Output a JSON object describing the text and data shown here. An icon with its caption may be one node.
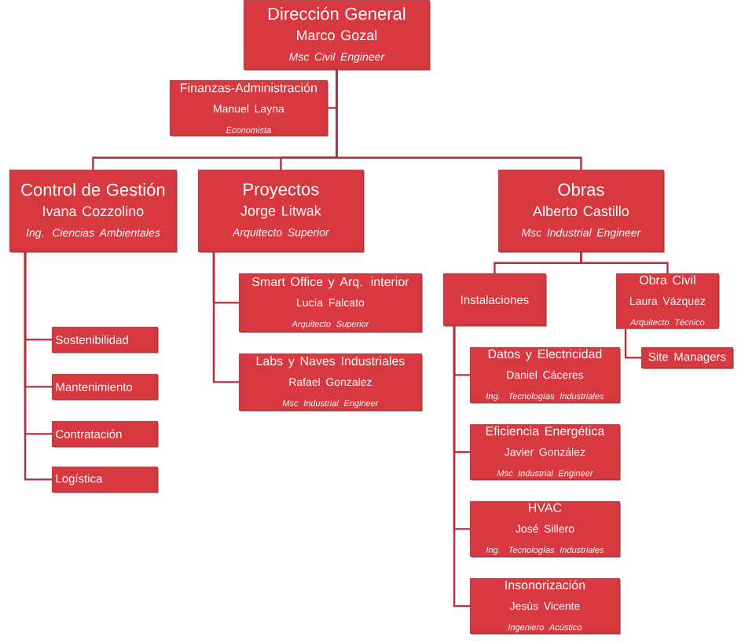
{
  "diagram": {
    "nodes": [
      {
        "text": [
          "Dirección General",
          "Marco Gozal",
          "Msc Civil Engineer"
        ]
      },
      {
        "text": [
          "Finanzas-Administración",
          "Manuel Layna",
          "Economista"
        ]
      },
      {
        "text": [
          "Control de Gestión",
          "Ivana Cozzolino",
          "Ing. Ciencias Ambientales"
        ]
      },
      {
        "text": [
          "Proyectos",
          "Jorge Litwak",
          "Arquitecto Superior"
        ]
      },
      {
        "text": [
          "Obras",
          "Alberto Castillo",
          "Msc Industrial Engineer"
        ]
      },
      {
        "text": [
          "Sostenibilidad"
        ]
      },
      {
        "text": [
          "Mantenimiento"
        ]
      },
      {
        "text": [
          "Contratación"
        ]
      },
      {
        "text": [
          "Logística"
        ]
      },
      {
        "text": [
          "Smart Office y Arq. interior",
          "Lucía Falcato",
          "Arquitecto Superior"
        ]
      },
      {
        "text": [
          "Labs y Naves Industriales",
          "Rafael Gonzalez",
          "Msc Industrial Engineer"
        ]
      },
      {
        "text": [
          "Instalaciones"
        ]
      },
      {
        "text": [
          "Obra Civil",
          "Laura Vázquez",
          "Arquitecto Técnico"
        ]
      },
      {
        "text": [
          "Site Managers"
        ]
      },
      {
        "text": [
          "Datos y Electricidad",
          "Daniel Cáceres",
          "Ing. Tecnologías Industriales"
        ]
      },
      {
        "text": [
          "Eficiencia Energética",
          "Javier González",
          "Msc Industrial Engineer"
        ]
      },
      {
        "text": [
          "HVAC",
          "José Sillero",
          "Ing. Tecnologías Industriales"
        ]
      },
      {
        "text": [
          "Insonorización",
          "Jesús Vicente",
          "Ingeniero Acústico"
        ]
      }
    ],
    "edges": [
      {
        "from": 0,
        "to": 1,
        "arrow": "none"
      },
      {
        "from": 0,
        "to": 2,
        "arrow": "none"
      },
      {
        "from": 0,
        "to": 3,
        "arrow": "none"
      },
      {
        "from": 0,
        "to": 4,
        "arrow": "none"
      },
      {
        "from": 2,
        "to": 5,
        "arrow": "none"
      },
      {
        "from": 2,
        "to": 6,
        "arrow": "none"
      },
      {
        "from": 2,
        "to": 7,
        "arrow": "none"
      },
      {
        "from": 2,
        "to": 8,
        "arrow": "none"
      },
      {
        "from": 3,
        "to": 9,
        "arrow": "none"
      },
      {
        "from": 3,
        "to": 10,
        "arrow": "none"
      },
      {
        "from": 4,
        "to": 11,
        "arrow": "none"
      },
      {
        "from": 4,
        "to": 12,
        "arrow": "none"
      },
      {
        "from": 12,
        "to": 13,
        "arrow": "none"
      },
      {
        "from": 11,
        "to": 14,
        "arrow": "none"
      },
      {
        "from": 11,
        "to": 15,
        "arrow": "none"
      },
      {
        "from": 11,
        "to": 16,
        "arrow": "none"
      },
      {
        "from": 11,
        "to": 17,
        "arrow": "none"
      }
    ]
  }
}
